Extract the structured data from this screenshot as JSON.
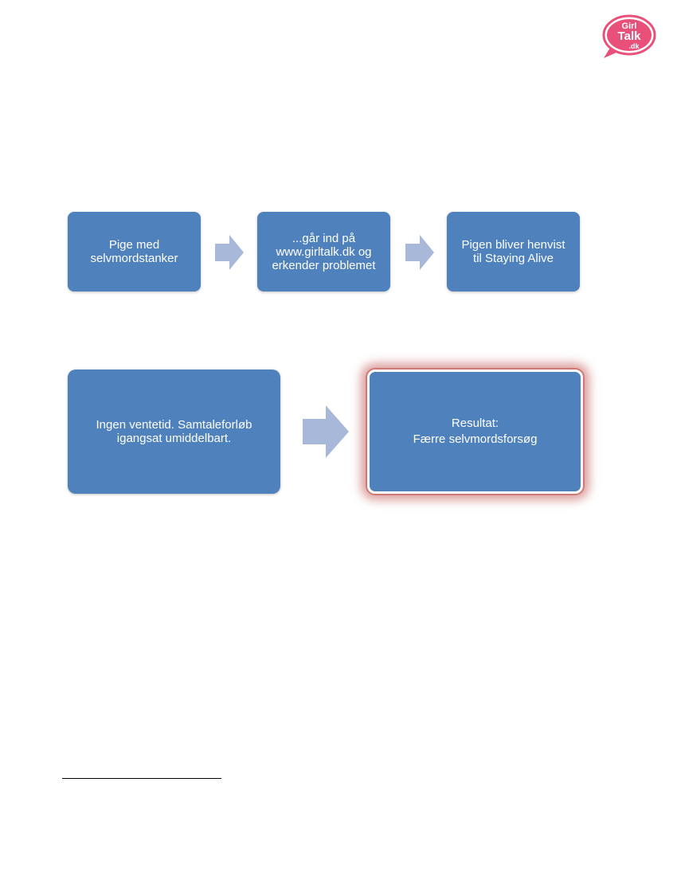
{
  "logo": {
    "line1": "Girl",
    "line2": "Talk",
    "line3": ".dk",
    "color": "#e8507a"
  },
  "flow": {
    "row1": [
      {
        "lines": [
          "Pige med",
          "selvmordstanker"
        ]
      },
      {
        "lines": [
          "...går ind på",
          "www.girltalk.dk og",
          "erkender problemet"
        ]
      },
      {
        "lines": [
          "Pigen bliver henvist",
          "til Staying Alive"
        ]
      }
    ],
    "row2": [
      {
        "lines": [
          "Ingen ventetid. Samtaleforløb",
          "igangsat umiddelbart."
        ]
      },
      {
        "lines": [
          "Resultat:",
          "Færre selvmordsforsøg"
        ]
      }
    ]
  },
  "colors": {
    "box_fill": "#4f81bd",
    "arrow_fill": "#a7b8d8",
    "highlight_glow": "#c0504d"
  }
}
